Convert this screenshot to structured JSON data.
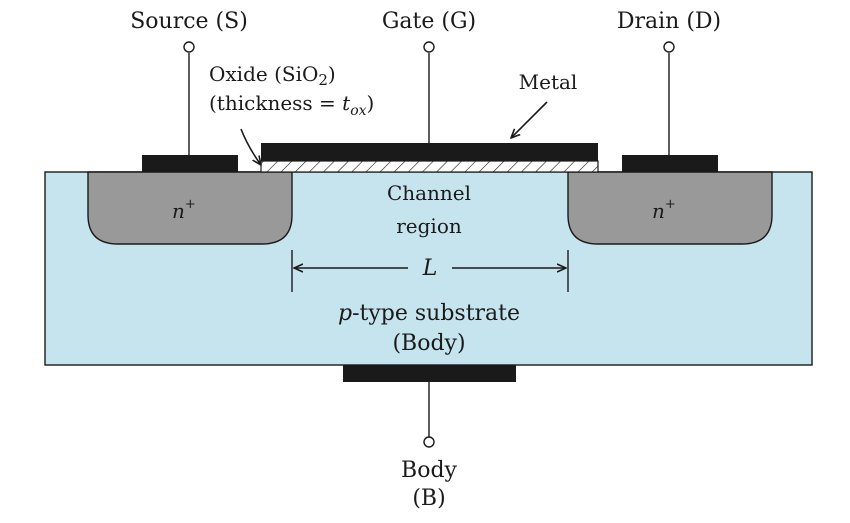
{
  "terminals": {
    "source": "Source (S)",
    "gate": "Gate (G)",
    "drain": "Drain (D)"
  },
  "body_terminal": {
    "line1": "Body",
    "line2": "(B)"
  },
  "oxide": {
    "line1_prefix": "Oxide (SiO",
    "line1_sub": "2",
    "line1_suffix": ")",
    "line2_prefix": "(thickness = ",
    "line2_t": "t",
    "line2_sub": "ox",
    "line2_suffix": ")"
  },
  "metal": "Metal",
  "channel": {
    "line1": "Channel",
    "line2": "region"
  },
  "length": "L",
  "regions": {
    "n_symbol": "n",
    "n_sup": "+"
  },
  "substrate": {
    "p_symbol": "p",
    "line1_rest": "-type substrate",
    "line2": "(Body)"
  },
  "colors": {
    "substrate": "#c5e4ee",
    "n_region": "#999999",
    "contact": "#1a1a1a"
  }
}
